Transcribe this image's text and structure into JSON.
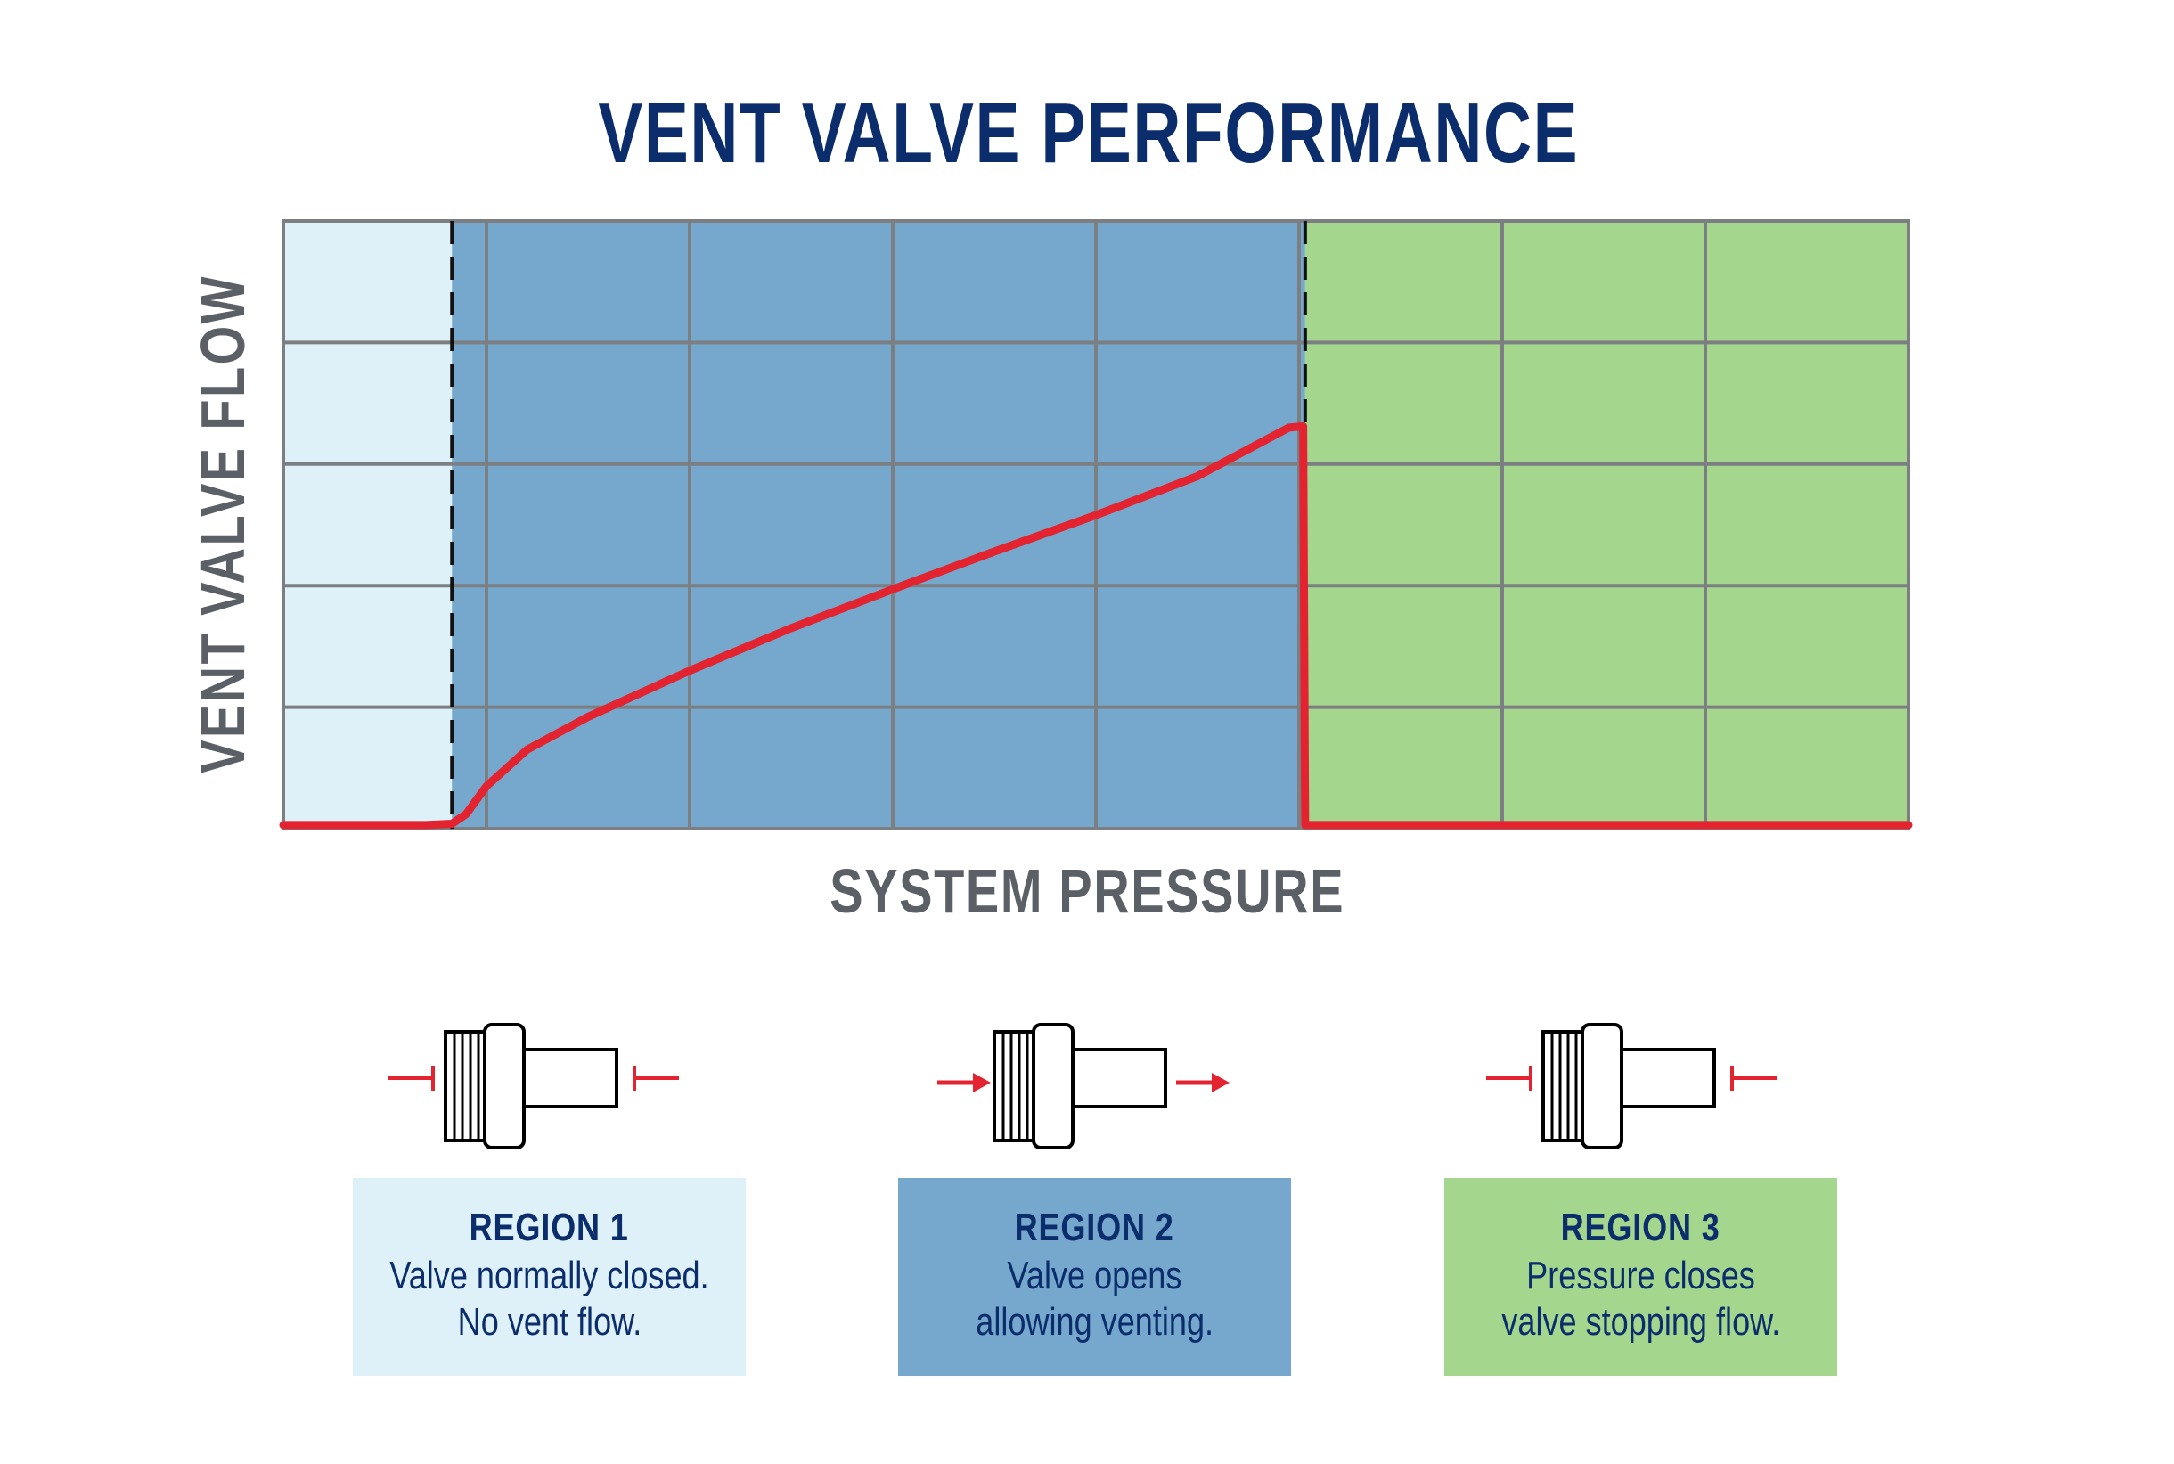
{
  "title": "VENT VALVE PERFORMANCE",
  "chart_data": {
    "type": "line",
    "title": "VENT VALVE PERFORMANCE",
    "xlabel": "SYSTEM PRESSURE",
    "ylabel": "VENT VALVE FLOW",
    "xlim": [
      0,
      8
    ],
    "ylim": [
      0,
      5
    ],
    "grid": true,
    "tick_labels": false,
    "region_boundaries": [
      0.83,
      5.03
    ],
    "regions": [
      {
        "name": "REGION 1",
        "x_range": [
          0,
          0.83
        ],
        "color": "#def1f8"
      },
      {
        "name": "REGION 2",
        "x_range": [
          0.83,
          5.03
        ],
        "color": "#75a8cc"
      },
      {
        "name": "REGION 3",
        "x_range": [
          5.03,
          8
        ],
        "color": "#a4d68e"
      }
    ],
    "series": [
      {
        "color": "#e3232f",
        "points": [
          [
            0,
            0.03
          ],
          [
            0.7,
            0.03
          ],
          [
            0.83,
            0.04
          ],
          [
            0.9,
            0.12
          ],
          [
            1.0,
            0.35
          ],
          [
            1.2,
            0.65
          ],
          [
            1.5,
            0.92
          ],
          [
            2.0,
            1.3
          ],
          [
            2.5,
            1.65
          ],
          [
            3.0,
            1.97
          ],
          [
            3.5,
            2.28
          ],
          [
            4.0,
            2.58
          ],
          [
            4.5,
            2.9
          ],
          [
            4.95,
            3.3
          ],
          [
            5.02,
            3.31
          ],
          [
            5.03,
            0.03
          ],
          [
            8.0,
            0.03
          ]
        ]
      }
    ]
  },
  "regions": [
    {
      "title": "REGION 1",
      "line1": "Valve normally closed.",
      "line2": "No vent flow.",
      "icon_state": "blocked"
    },
    {
      "title": "REGION 2",
      "line1": "Valve opens",
      "line2": "allowing venting.",
      "icon_state": "flow"
    },
    {
      "title": "REGION 3",
      "line1": "Pressure closes",
      "line2": "valve stopping flow.",
      "icon_state": "blocked"
    }
  ],
  "colors": {
    "title": "#0b2d6b",
    "axis_label": "#5b5f66",
    "curve": "#e3232f",
    "grid": "#7c7f82",
    "region1": "#def1f8",
    "region2": "#75a8cc",
    "region3": "#a4d68e"
  }
}
